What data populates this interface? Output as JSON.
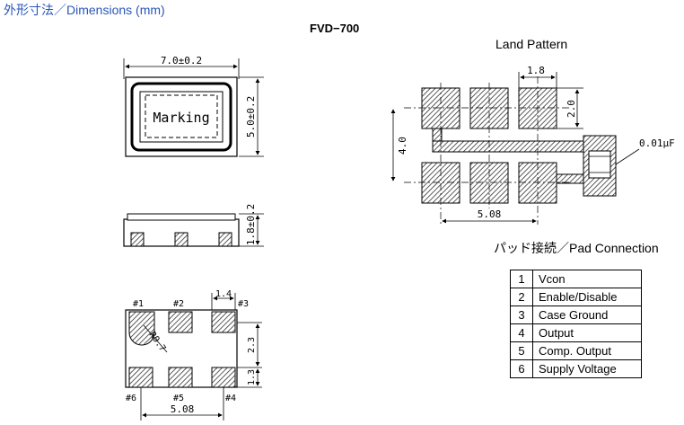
{
  "header": {
    "title": "外形寸法／Dimensions (mm)",
    "model": "FVD−700"
  },
  "package_drawing": {
    "width_dim": "7.0±0.2",
    "height_dim": "5.0±0.2",
    "marking_label": "Marking",
    "side_height_dim": "1.8±0.2",
    "pad_width_dim": "1.4",
    "pitch_dim": "2.3",
    "edge_dim": "1.3",
    "radius_dim": "R0.7",
    "span_dim": "5.08",
    "pin_labels": [
      "#1",
      "#2",
      "#3",
      "#4",
      "#5",
      "#6"
    ]
  },
  "land_pattern": {
    "title": "Land Pattern",
    "pad_width_dim": "1.8",
    "pad_height_dim": "2.0",
    "row_span_dim": "4.0",
    "span_dim": "5.08",
    "capacitor_label": "0.01μF"
  },
  "pad_connection": {
    "title": "パッド接続／Pad  Connection",
    "rows": [
      {
        "num": "1",
        "name": "Vcon"
      },
      {
        "num": "2",
        "name": "Enable/Disable"
      },
      {
        "num": "3",
        "name": "Case Ground"
      },
      {
        "num": "4",
        "name": "Output"
      },
      {
        "num": "5",
        "name": "Comp. Output"
      },
      {
        "num": "6",
        "name": "Supply Voltage"
      }
    ]
  }
}
